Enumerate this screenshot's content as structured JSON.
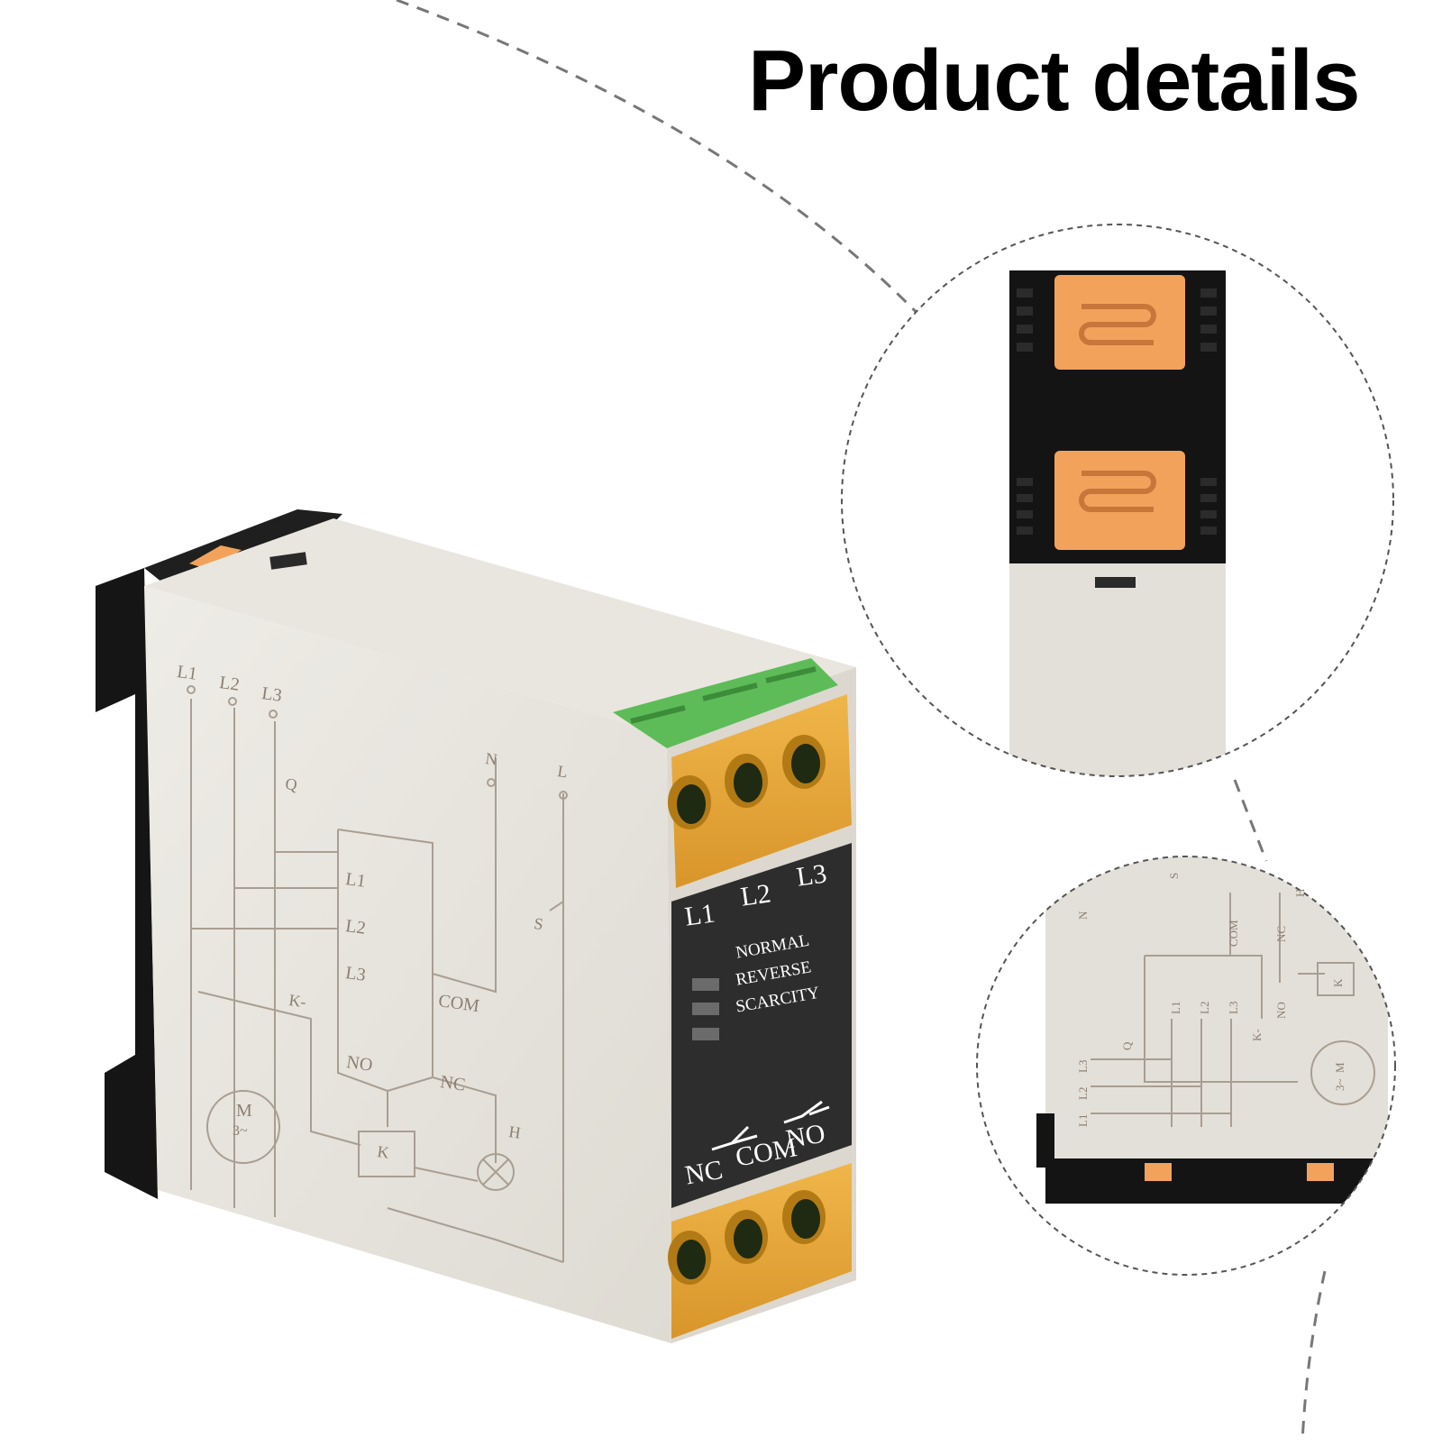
{
  "heading": {
    "title": "Product details"
  },
  "device": {
    "schematic": {
      "top_labels": [
        "L1",
        "L2",
        "L3"
      ],
      "switch_q": "Q",
      "switch_k": "K-",
      "n_label": "N",
      "l_label": "L",
      "s_label": "S",
      "in_labels": [
        "L1",
        "L2",
        "L3"
      ],
      "com_label": "COM",
      "no_label": "NO",
      "nc_label": "NC",
      "h_label": "H",
      "k_box": "K",
      "motor_m": "M",
      "motor_phase": "3~"
    },
    "panel": {
      "phases": [
        "L1",
        "L2",
        "L3"
      ],
      "indicators": [
        "NORMAL",
        "REVERSE",
        "SCARCITY"
      ],
      "contacts": [
        "NC",
        "COM",
        "NO"
      ]
    }
  },
  "detail_zoom": {
    "labels": [
      "N",
      "COM",
      "NC",
      "NO",
      "L1",
      "L2",
      "L3",
      "K",
      "K-",
      "Q",
      "S",
      "H",
      "M",
      "3~",
      "L1",
      "L2",
      "L3"
    ]
  },
  "colors": {
    "housing": "#e7e4dd",
    "base": "#141414",
    "terminal_cover": "#e2a43a",
    "plug_green": "#5ebc58",
    "clip_orange": "#f3a25c",
    "panel_dark": "#2d2d2d",
    "schematic_line": "#a99e92"
  }
}
